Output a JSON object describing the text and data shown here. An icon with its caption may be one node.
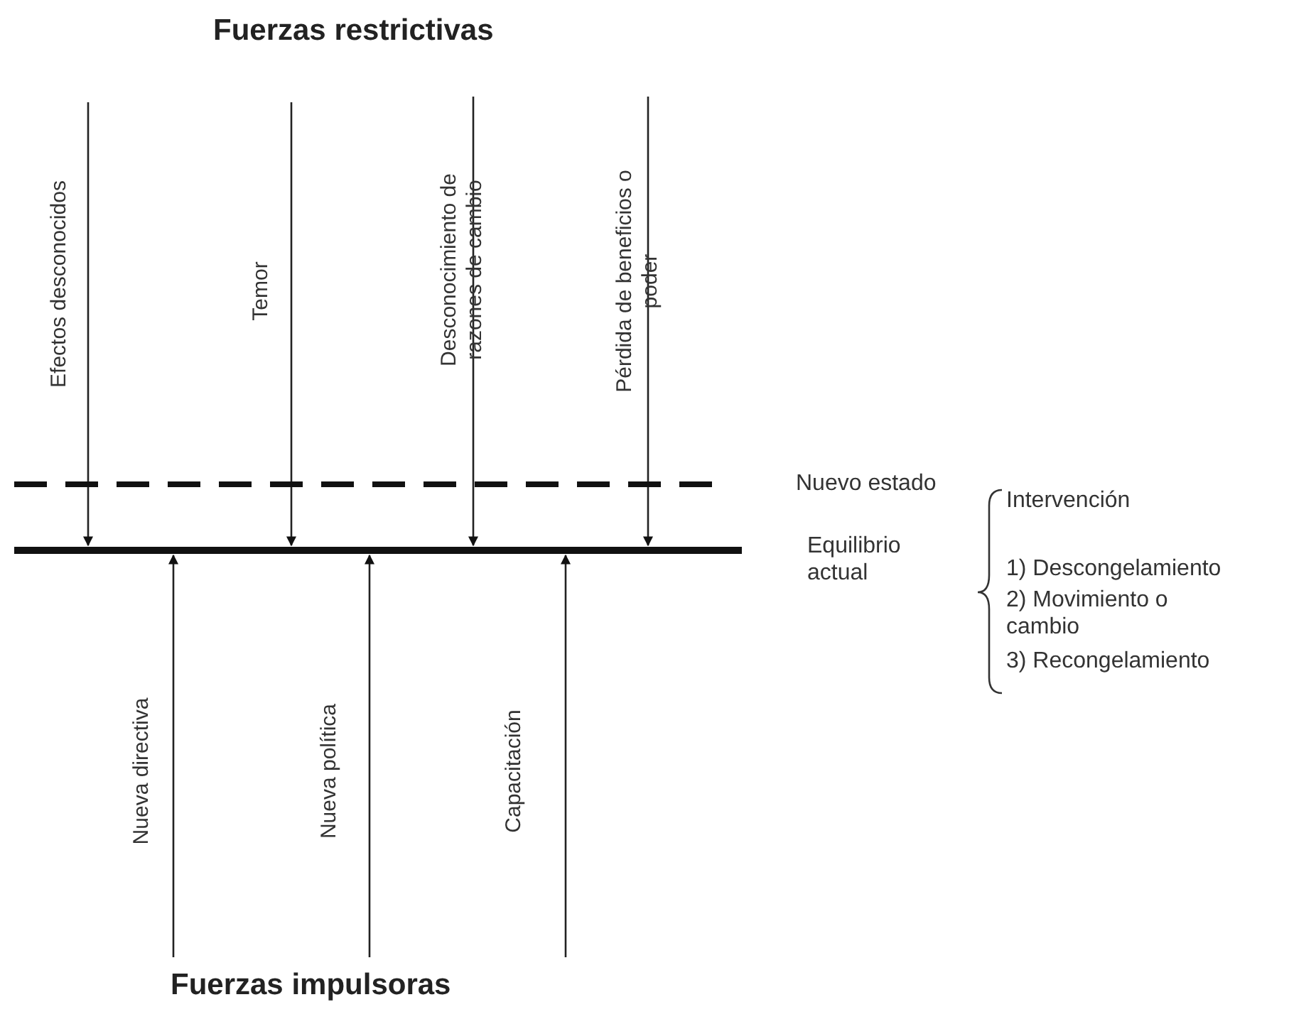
{
  "diagram": {
    "title": "Fuerzas restrictivas",
    "caption": "Fuerzas impulsoras",
    "nodes": [
      {
        "text": [],
        "shape": "bar",
        "beside": [
          "Nuevo estado"
        ]
      },
      {
        "text": [],
        "shape": "bar",
        "beside": [
          "Equilibrio actual"
        ]
      }
    ],
    "edges": [
      {
        "from": null,
        "to": 1,
        "arrow": "to",
        "label": "Efectos desconocidos"
      },
      {
        "from": null,
        "to": 1,
        "arrow": "to",
        "label": "Temor"
      },
      {
        "from": null,
        "to": 1,
        "arrow": "to",
        "label": "Desconocimiento de razones de cambio"
      },
      {
        "from": null,
        "to": 1,
        "arrow": "to",
        "label": "Pérdida de beneficios o poder"
      },
      {
        "from": null,
        "to": 1,
        "arrow": "to",
        "label": "Nueva directiva"
      },
      {
        "from": null,
        "to": 1,
        "arrow": "to",
        "label": "Nueva política"
      },
      {
        "from": null,
        "to": 1,
        "arrow": "to",
        "label": "Capacitación"
      }
    ],
    "labels": [
      "Intervención",
      "1) Descongelamiento",
      "2) Movimiento o cambio",
      "3) Recongelamiento"
    ]
  }
}
